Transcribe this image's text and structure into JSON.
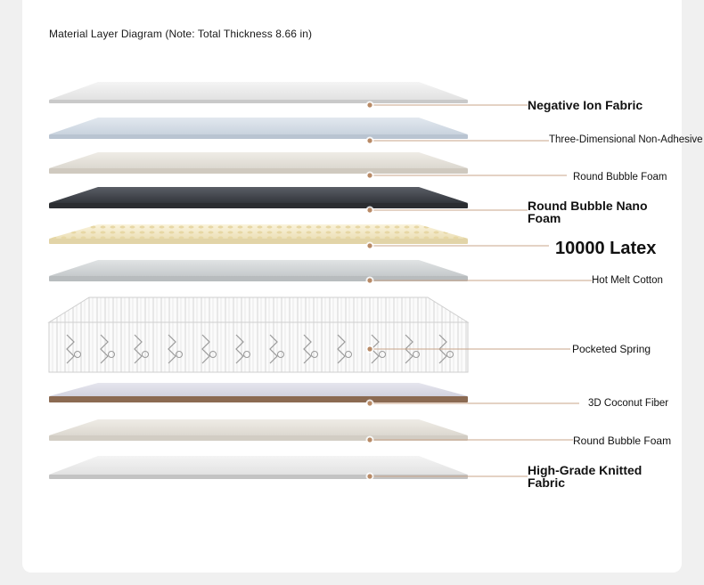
{
  "title": "Material Layer Diagram (Note: Total Thickness 8.66 in)",
  "layers": [
    {
      "label": "Negative Ion Fabric",
      "style": "lg"
    },
    {
      "label": "Three-Dimensional Non-Adhesive",
      "style": "sm"
    },
    {
      "label": "Round Bubble Foam",
      "style": "sm"
    },
    {
      "label": "Round Bubble Nano Foam",
      "style": "lg"
    },
    {
      "label": "10000 Latex",
      "style": "xl"
    },
    {
      "label": "Hot Melt Cotton",
      "style": "sm"
    },
    {
      "label": "Pocketed Spring",
      "style": "md"
    },
    {
      "label": "3D Coconut Fiber",
      "style": "sm"
    },
    {
      "label": "Round Bubble Foam",
      "style": "md"
    },
    {
      "label": "High-Grade Knitted Fabric",
      "style": "lg"
    }
  ],
  "colors": {
    "background": "#f0f0f0",
    "card": "#ffffff",
    "leader_line": "#c8a58a",
    "dot": "#b88a66"
  }
}
